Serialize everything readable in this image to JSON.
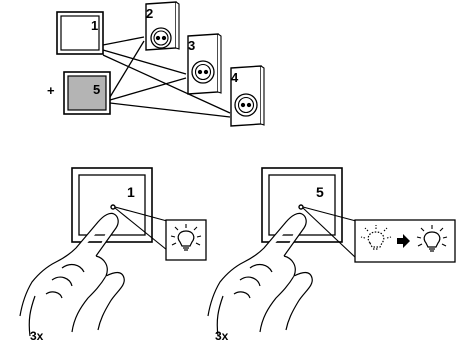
{
  "pairing": {
    "switch_top_label": "1",
    "switch_bottom_label": "5",
    "plus_sign": "+",
    "sockets": [
      {
        "label": "2"
      },
      {
        "label": "3"
      },
      {
        "label": "4"
      }
    ]
  },
  "steps": [
    {
      "switch_label": "1",
      "press_count": "3x"
    },
    {
      "switch_label": "5",
      "press_count": "3x"
    }
  ],
  "colors": {
    "line": "#000000",
    "switch_gray": "#b4b4b4",
    "background": "#ffffff"
  }
}
